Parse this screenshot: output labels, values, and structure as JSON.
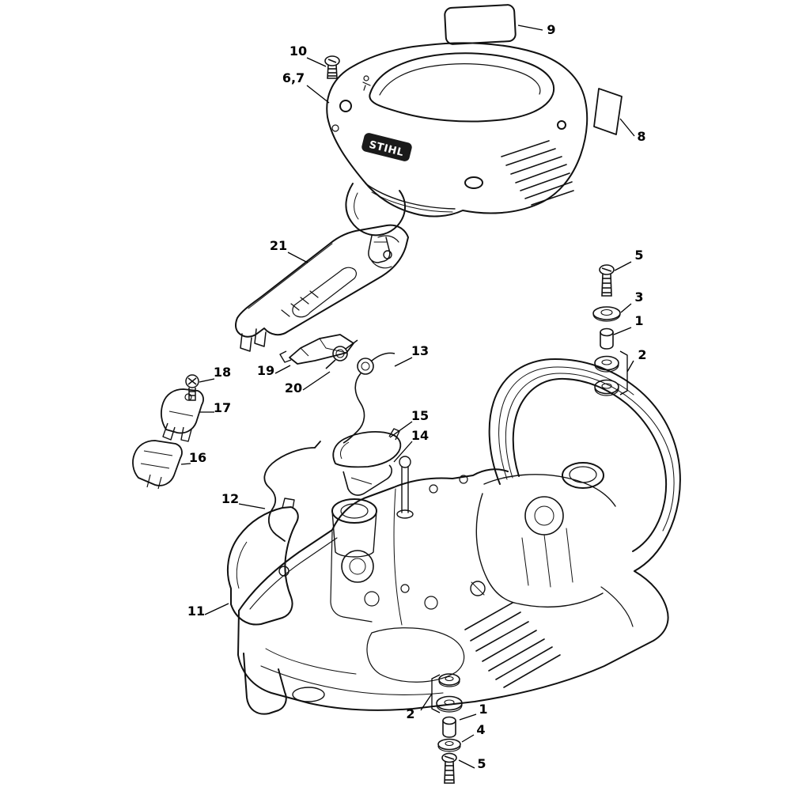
{
  "diagram": {
    "kind": "exploded-parts-diagram",
    "brand": "STIHL",
    "background": "#ffffff",
    "line_color": "#111111",
    "callouts": [
      {
        "label": "9"
      },
      {
        "label": "10"
      },
      {
        "label": "6,7"
      },
      {
        "label": "8"
      },
      {
        "label": "21"
      },
      {
        "label": "5"
      },
      {
        "label": "3"
      },
      {
        "label": "1"
      },
      {
        "label": "2"
      },
      {
        "label": "13"
      },
      {
        "label": "18"
      },
      {
        "label": "19"
      },
      {
        "label": "20"
      },
      {
        "label": "17"
      },
      {
        "label": "15"
      },
      {
        "label": "14"
      },
      {
        "label": "16"
      },
      {
        "label": "12"
      },
      {
        "label": "11"
      },
      {
        "label": "2"
      },
      {
        "label": "1"
      },
      {
        "label": "4"
      },
      {
        "label": "5"
      }
    ]
  }
}
